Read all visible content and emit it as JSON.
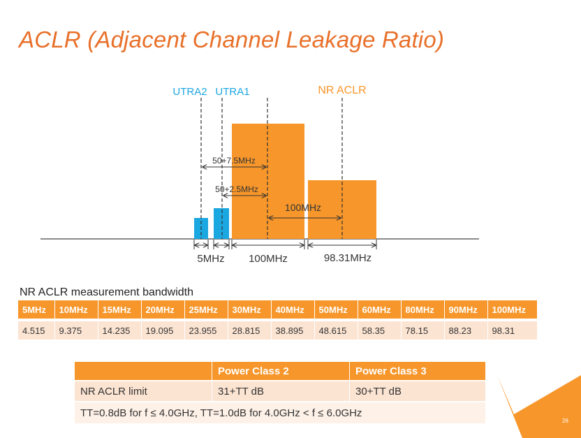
{
  "title": "ACLR (Adjacent Channel Leakage Ratio)",
  "diagram": {
    "label_utra2": "UTRA2",
    "label_utra1": "UTRA1",
    "label_nr_aclr": "NR ACLR",
    "offset_1": "50+7.5MHz",
    "offset_2": "50+2.5MHz",
    "offset_3": "100MHz",
    "bw_5": "5MHz",
    "bw_100": "100MHz",
    "bw_9831": "98.31MHz",
    "colors": {
      "utra": "#1ba7e0",
      "nr": "#f7962a",
      "label_utra": "#1ba7e0",
      "label_nr": "#f7962a"
    }
  },
  "bandwidth": {
    "caption": "NR ACLR measurement bandwidth",
    "headers": [
      "5MHz",
      "10MHz",
      "15MHz",
      "20MHz",
      "25MHz",
      "30MHz",
      "40MHz",
      "50MHz",
      "60MHz",
      "80MHz",
      "90MHz",
      "100MHz"
    ],
    "values": [
      "4.515",
      "9.375",
      "14.235",
      "19.095",
      "23.955",
      "28.815",
      "38.895",
      "48.615",
      "58.35",
      "78.15",
      "88.23",
      "98.31"
    ]
  },
  "power_class": {
    "headers": [
      "",
      "Power Class 2",
      "Power Class 3"
    ],
    "row_label": "NR ACLR limit",
    "pc2": "31+TT dB",
    "pc3": "30+TT dB",
    "note": "TT=0.8dB for f ≤ 4.0GHz, TT=1.0dB for 4.0GHz < f ≤ 6.0GHz"
  },
  "page_number": "26"
}
